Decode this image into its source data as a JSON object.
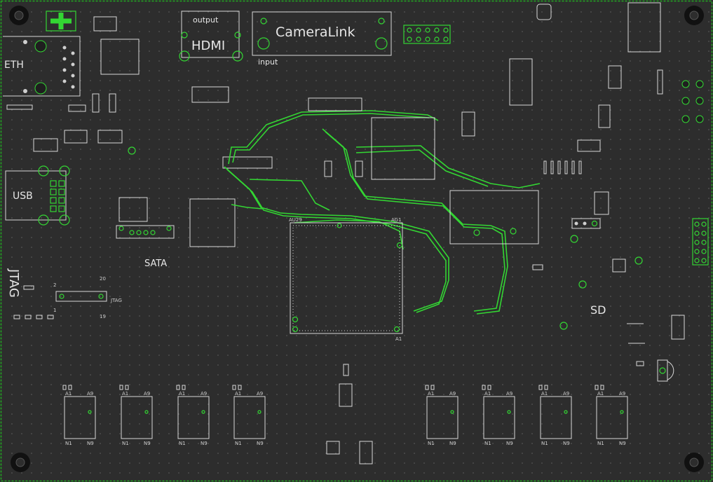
{
  "colors": {
    "board": "#2d2d2d",
    "silkscreen": "#d8d8d8",
    "copper": "#33d633",
    "outline": "#22aa22"
  },
  "labels": {
    "eth": "ETH",
    "usb": "USB",
    "sata": "SATA",
    "jtag": "JTAG",
    "jtag_small": "JTAG",
    "sd": "SD",
    "hdmi": "HDMI",
    "hdmi_sub": "output",
    "cameralink": "CameraLink",
    "cameralink_sub": "input"
  },
  "pins": {
    "fpga_tl": "AU29",
    "fpga_tr": "AG1",
    "fpga_br": "A1",
    "jtag_pin_2": "2",
    "jtag_pin_20": "20",
    "jtag_pin_1": "1",
    "jtag_pin_19": "19",
    "ram_a1": "A1",
    "ram_a9": "A9",
    "ram_n1": "N1",
    "ram_n9": "N9"
  },
  "icons": {
    "mounting_hole": "mounting-hole-icon",
    "via": "via-icon",
    "pad": "pad-icon"
  }
}
